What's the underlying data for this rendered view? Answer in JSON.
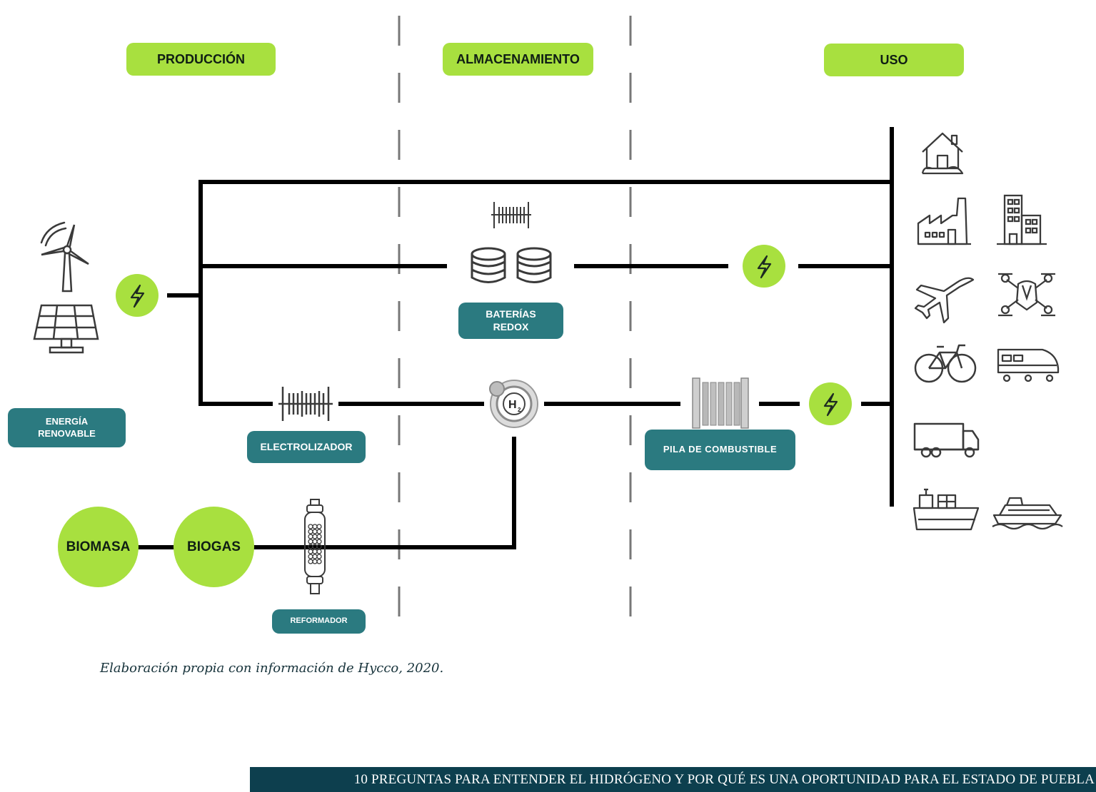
{
  "headers": {
    "produccion": "PRODUCCIÓN",
    "almacenamiento": "ALMACENAMIENTO",
    "uso": "USO"
  },
  "labels": {
    "energia_renovable": "ENERGÍA\nRENOVABLE",
    "baterias_redox": "BATERÍAS\nREDOX",
    "electrolizador": "ELECTROLIZADOR",
    "pila_combustible": "PILA DE COMBUSTIBLE",
    "reformador": "REFORMADOR"
  },
  "nodes": {
    "biomasa": "BIOMASA",
    "biogas": "BIOGAS",
    "h2": "H",
    "h2_sub": "2"
  },
  "caption": "Elaboración propia con información de Hycco, 2020.",
  "footer": "10 PREGUNTAS PARA ENTENDER EL HIDRÓGENO Y POR QUÉ ES UNA OPORTUNIDAD PARA EL ESTADO DE PUEBLA",
  "icons": [
    "wind-turbine-icon",
    "solar-panel-icon",
    "lightning-icon",
    "electrolyzer-icon",
    "battery-cells-icon",
    "h2-tank-icon",
    "fuel-cell-icon",
    "reformer-icon",
    "house-icon",
    "factory-icon",
    "building-icon",
    "airplane-icon",
    "drone-icon",
    "bicycle-icon",
    "train-icon",
    "truck-icon",
    "cargo-ship-icon",
    "ferry-icon"
  ],
  "colors": {
    "accent_green": "#a8e03f",
    "teal": "#2b7a80",
    "footer_bg": "#0d3f4e",
    "line": "#000000"
  }
}
